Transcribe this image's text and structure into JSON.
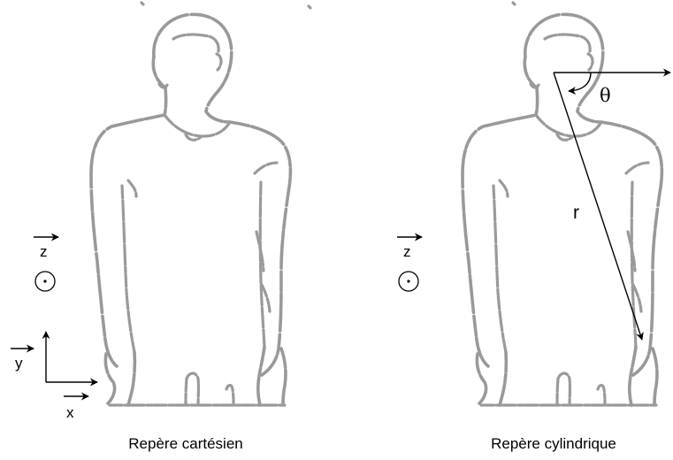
{
  "panels": [
    {
      "caption": "Repère cartésien",
      "labels": {
        "z": "z",
        "y": "y",
        "x": "x"
      }
    },
    {
      "caption": "Repère cylindrique",
      "labels": {
        "z": "z",
        "r": "r",
        "theta": "θ"
      }
    }
  ],
  "colors": {
    "silhouette": "#999999",
    "ink": "#000000",
    "background": "#ffffff"
  },
  "icons": {
    "out_of_plane": "circle-dot-icon",
    "arrow": "arrow-icon"
  }
}
